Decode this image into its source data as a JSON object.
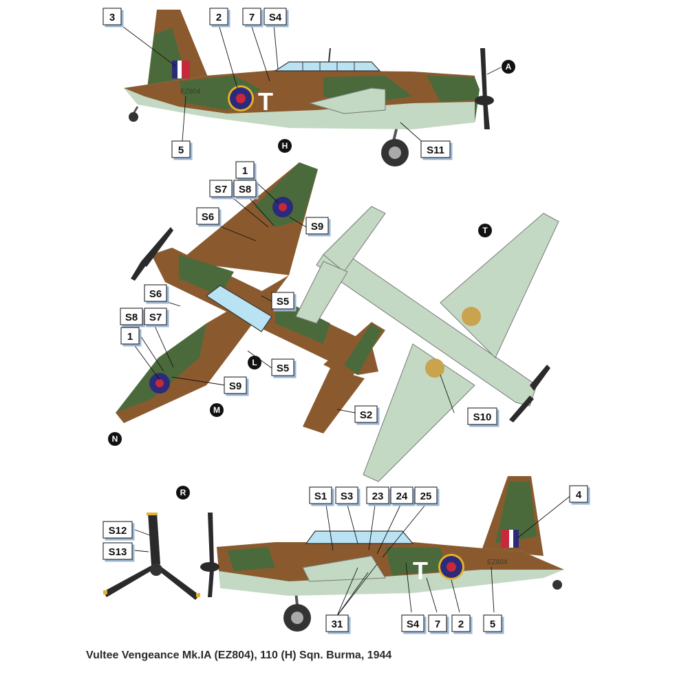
{
  "caption": "Vultee Vengeance Mk.IA (EZ804), 110 (H) Sqn. Burma, 1944",
  "aircraft": {
    "serial": "EZ804",
    "code_letter": "T"
  },
  "colors": {
    "camo_brown": "#8a5a2e",
    "camo_green": "#4b6a3c",
    "underside": "#c3d9c3",
    "canopy": "#b9e3f3",
    "roundel_blue": "#2c2a7a",
    "roundel_red": "#c8283c",
    "roundel_yellow": "#e2b32a",
    "prop": "#2a2a2a"
  },
  "callouts": {
    "top_side": [
      "3",
      "2",
      "7",
      "S4",
      "5",
      "S11"
    ],
    "top_side_circle": [
      "A"
    ],
    "upper_plan": [
      "1",
      "S7",
      "S8",
      "S6",
      "S9",
      "S6",
      "S5",
      "S8",
      "S7",
      "1",
      "S5",
      "S9",
      "S2"
    ],
    "upper_plan_circle": [
      "H",
      "L",
      "M",
      "N"
    ],
    "lower_plan": [
      "S10"
    ],
    "lower_plan_circle": [
      "T"
    ],
    "propeller": [
      "S12",
      "S13"
    ],
    "propeller_circle": [
      "R"
    ],
    "bottom_side": [
      "S1",
      "S3",
      "23",
      "24",
      "25",
      "4",
      "31",
      "S4",
      "7",
      "2",
      "5"
    ]
  }
}
